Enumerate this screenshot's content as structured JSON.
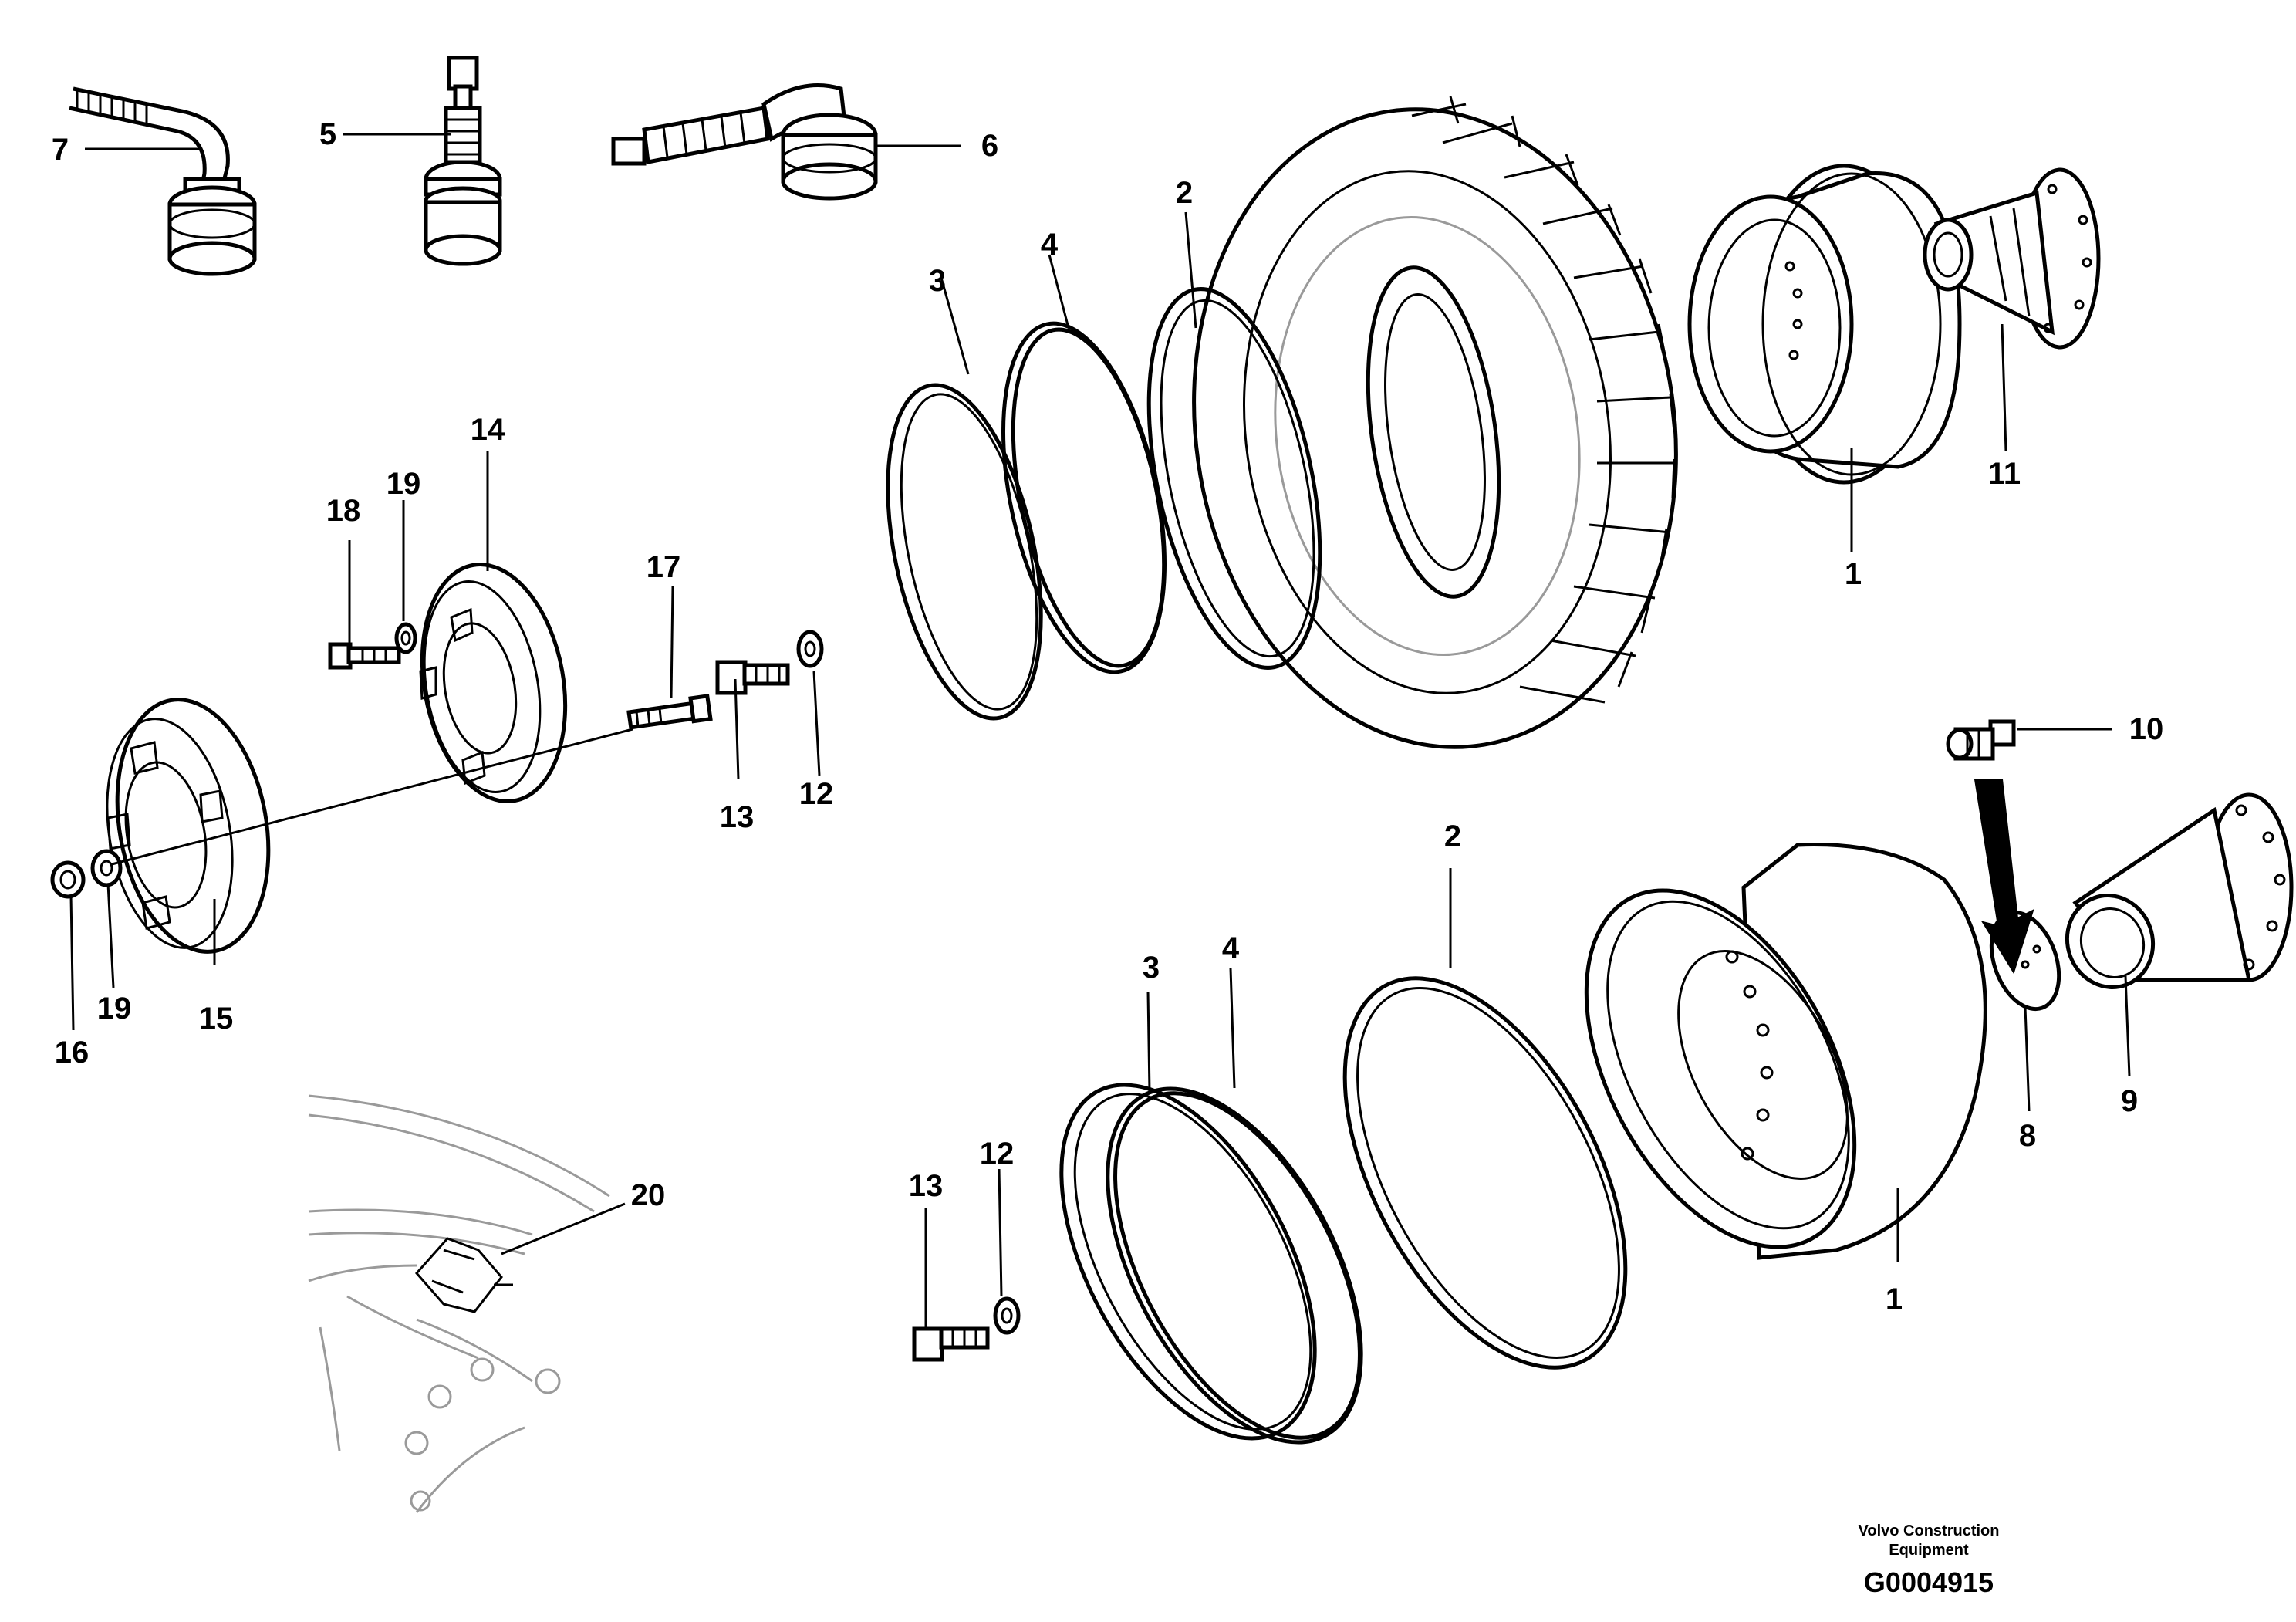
{
  "callouts": {
    "c1_top": "1",
    "c1_bottom": "1",
    "c2_top": "2",
    "c2_bottom": "2",
    "c3_top": "3",
    "c3_bottom": "3",
    "c4_top": "4",
    "c4_bottom": "4",
    "c5": "5",
    "c6": "6",
    "c7": "7",
    "c8": "8",
    "c9": "9",
    "c10": "10",
    "c11": "11",
    "c12_mid": "12",
    "c12_bottom": "12",
    "c13_mid": "13",
    "c13_bottom": "13",
    "c14": "14",
    "c15": "15",
    "c16": "16",
    "c17": "17",
    "c18": "18",
    "c19_top": "19",
    "c19_bottom": "19",
    "c20": "20"
  },
  "credit": {
    "line1": "Volvo Construction",
    "line2": "Equipment",
    "figure_code": "G0004915"
  }
}
